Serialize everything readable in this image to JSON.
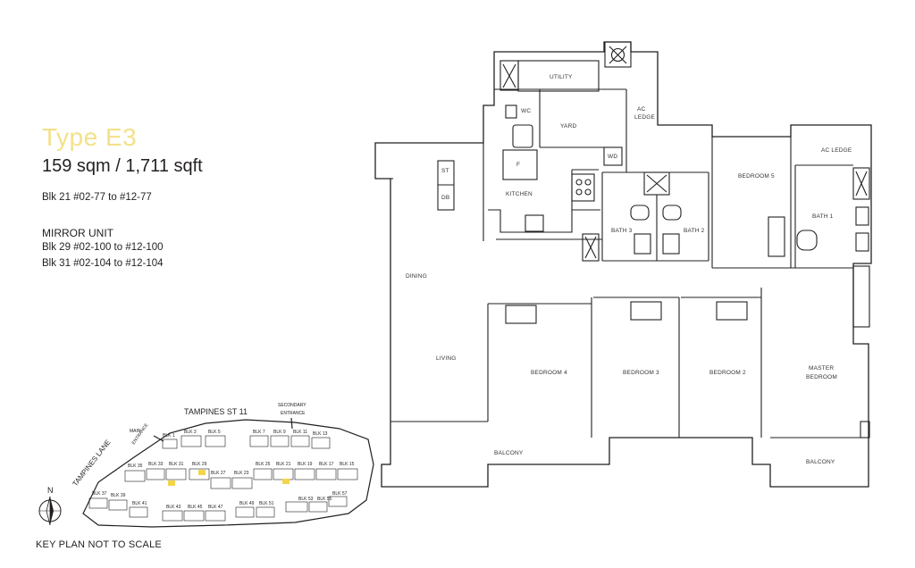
{
  "unit": {
    "type_label": "Type E3",
    "area": "159 sqm / 1,711 sqft",
    "block_line": "Blk 21  #02-77  to #12-77",
    "mirror_heading": "MIRROR UNIT",
    "mirror_lines": [
      "Blk 29  #02-100 to #12-100",
      "Blk 31  #02-104 to #12-104"
    ]
  },
  "rooms": {
    "utility": "UTILITY",
    "wc": "WC",
    "yard": "YARD",
    "ac_ledge_top": [
      "AC",
      "LEDGE"
    ],
    "ac_ledge_right": "AC LEDGE",
    "st": "ST",
    "db": "DB",
    "wd": "WD",
    "f": "F",
    "kitchen": "KITCHEN",
    "bedroom5": "BEDROOM 5",
    "bath3": "BATH 3",
    "bath2": "BATH 2",
    "bath1": "BATH 1",
    "dining": "DINING",
    "living": "LIVING",
    "bedroom4": "BEDROOM 4",
    "bedroom3": "BEDROOM 3",
    "bedroom2": "BEDROOM 2",
    "master": [
      "MASTER",
      "BEDROOM"
    ],
    "balcony_left": "BALCONY",
    "balcony_right": "BALCONY"
  },
  "keyplan": {
    "road_top": "TAMPINES ST 11",
    "road_left": "TAMPINES LANE",
    "main_entrance": [
      "MAIN",
      "ENTRANCE"
    ],
    "secondary_entrance": [
      "SECONDARY",
      "ENTRANCE"
    ],
    "north": "N",
    "note": "KEY PLAN NOT TO SCALE",
    "highlight_color": "#f2d54c",
    "blocks_row1": [
      "BLK 1",
      "BLK 3",
      "BLK 5",
      "BLK 7",
      "BLK 9",
      "BLK 11",
      "BLK 13"
    ],
    "blocks_row2": [
      "BLK 35",
      "BLK 33",
      "BLK 31",
      "BLK 29",
      "BLK 27",
      "BLK 25",
      "BLK 23",
      "BLK 21",
      "BLK 19",
      "BLK 17",
      "BLK 15"
    ],
    "blocks_row3": [
      "BLK 37",
      "BLK 39",
      "BLK 41",
      "BLK 43",
      "BLK 45",
      "BLK 47",
      "BLK 49",
      "BLK 51",
      "BLK 53",
      "BLK 55",
      "BLK 57"
    ]
  },
  "colors": {
    "accent_title": "#f3e189",
    "line": "#231f20"
  }
}
